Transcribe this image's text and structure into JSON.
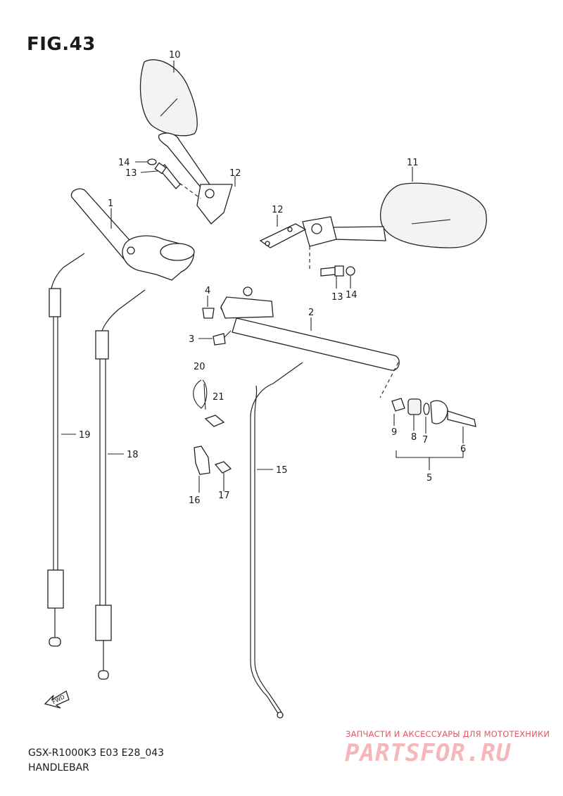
{
  "figure_title": "FIG.43",
  "footer": {
    "model": "GSX-R1000K3 E03 E28_043",
    "name": "HANDLEBAR"
  },
  "watermark": {
    "tagline": "ЗАПЧАСТИ И АКСЕССУАРЫ ДЛЯ МОТОТЕХНИКИ",
    "logo": "PARTSFOR.RU"
  },
  "fwd_label": "FWD",
  "callouts": {
    "p1": "1",
    "p2": "2",
    "p3": "3",
    "p4": "4",
    "p5": "5",
    "p6": "6",
    "p7": "7",
    "p8": "8",
    "p9": "9",
    "p10": "10",
    "p11": "11",
    "p12a": "12",
    "p12b": "12",
    "p13a": "13",
    "p13b": "13",
    "p14a": "14",
    "p14b": "14",
    "p15": "15",
    "p16": "16",
    "p17": "17",
    "p18": "18",
    "p19": "19",
    "p20": "20",
    "p21": "21"
  },
  "colors": {
    "line": "#222222",
    "watermark_red": "#e2585f",
    "watermark_pink": "#f4b7ba"
  }
}
